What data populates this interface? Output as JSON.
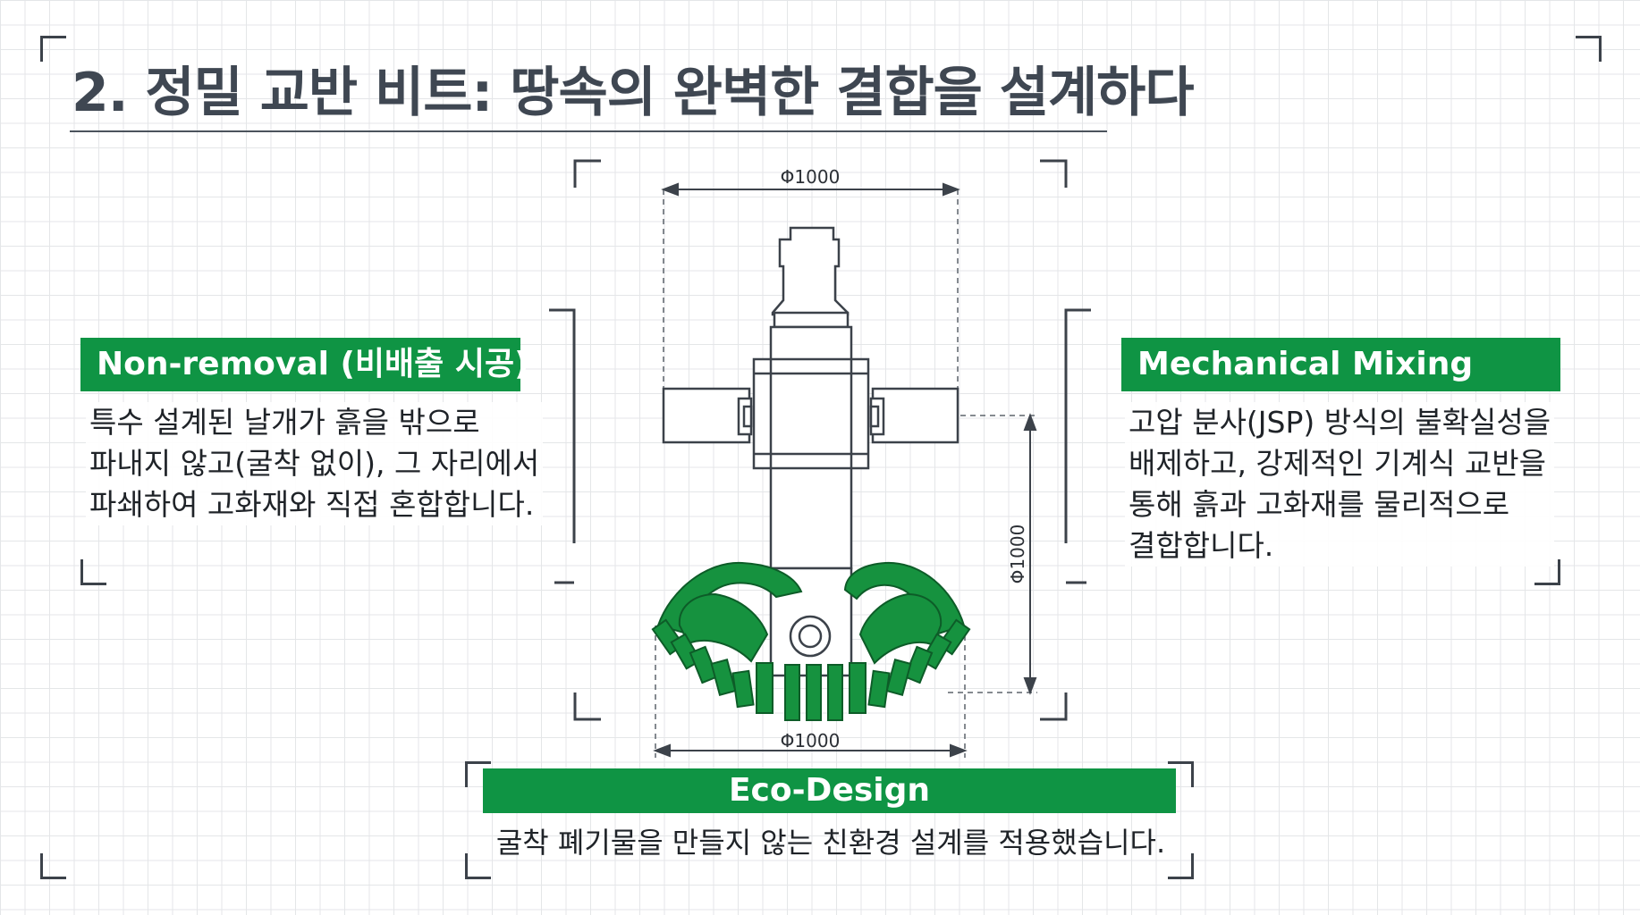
{
  "title": "2. 정밀 교반 비트: 땅속의 완벽한 결합을 설계하다",
  "left_panel": {
    "heading": "Non-removal (비배출 시공)",
    "lines": [
      "특수 설계된 날개가 흙을 밖으로",
      "파내지 않고(굴착 없이), 그 자리에서",
      "파쇄하여 고화재와 직접 혼합합니다."
    ]
  },
  "right_panel": {
    "heading": "Mechanical Mixing",
    "lines": [
      "고압 분사(JSP) 방식의 불확실성을",
      "배제하고, 강제적인 기계식 교반을",
      "통해 흙과 고화재를 물리적으로",
      "결합합니다."
    ]
  },
  "bottom_panel": {
    "heading": "Eco-Design",
    "text": "굴착 폐기물을 만들지 않는 친환경 설계를 적용했습니다."
  },
  "dimensions": {
    "top": "Φ1000",
    "side": "Φ1000",
    "bottom": "Φ1000"
  },
  "colors": {
    "accent": "#0f9444",
    "blade": "#16923f",
    "line": "#3c424a",
    "title": "#3f4752"
  },
  "icons": [
    "drill-bit-drawing"
  ]
}
